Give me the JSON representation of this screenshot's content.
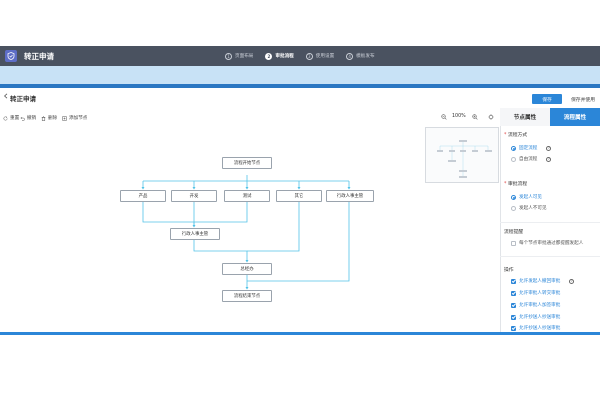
{
  "header": {
    "title": "转正申请",
    "steps": [
      {
        "num": "1",
        "label": "页面布局",
        "active": false
      },
      {
        "num": "2",
        "label": "审批流程",
        "active": true
      },
      {
        "num": "3",
        "label": "使用设置",
        "active": false
      },
      {
        "num": "4",
        "label": "模板发布",
        "active": false
      }
    ]
  },
  "form": {
    "title": "转正申请",
    "save_label": "保存",
    "save_use_label": "保存并使用"
  },
  "toolbar": {
    "reset": "重置",
    "undo": "撤销",
    "delete": "删除",
    "add_node": "添加节点",
    "zoom": "100%"
  },
  "tabs": {
    "node_props": "节点属性",
    "flow_props": "流程属性"
  },
  "flow": {
    "start": "流程开始节点",
    "branches": [
      "产品",
      "开发",
      "测试",
      "其它",
      "行政人事主管"
    ],
    "hr_manager": "行政人事主管",
    "ceo": "总经办",
    "end": "流程结束节点"
  },
  "panel": {
    "flow_mode": {
      "title": "流程方式",
      "options": [
        {
          "label": "固定流程",
          "selected": true,
          "help": "?"
        },
        {
          "label": "自由流程",
          "selected": false,
          "help": "?"
        }
      ]
    },
    "approval_flow": {
      "title": "审批流程",
      "options": [
        {
          "label": "发起人可见",
          "selected": true
        },
        {
          "label": "发起人不可见",
          "selected": false
        }
      ]
    },
    "reminder": {
      "title": "流程提醒",
      "option": "每个节点审批通过都提醒发起人"
    },
    "operations": {
      "title": "操作",
      "items": [
        {
          "label": "允许发起人撤回审批",
          "help": "?"
        },
        {
          "label": "允许审批人转交审批"
        },
        {
          "label": "允许审批人加签审批"
        },
        {
          "label": "允许抄送人抄送审批"
        },
        {
          "label": "允许抄送人抄送审批"
        }
      ]
    }
  },
  "colors": {
    "accent": "#2b86d8",
    "topbar": "#4a5260",
    "band": "#c8e2f6",
    "edge": "#52c3e8"
  }
}
